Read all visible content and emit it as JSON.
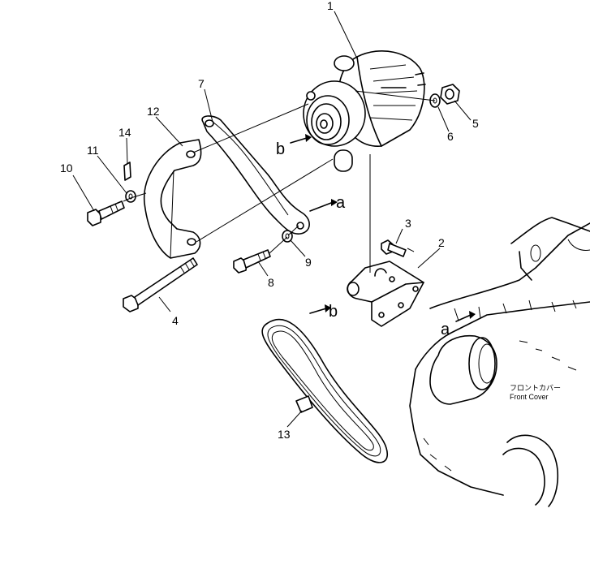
{
  "callouts": {
    "c1": "1",
    "c2": "2",
    "c3": "3",
    "c4": "4",
    "c5": "5",
    "c6": "6",
    "c7": "7",
    "c8": "8",
    "c9": "9",
    "c10": "10",
    "c11": "11",
    "c12": "12",
    "c13": "13",
    "c14": "14"
  },
  "view_markers": {
    "a_upper": "a",
    "b_upper": "b",
    "b_lower": "b",
    "a_lower": "a"
  },
  "front_cover_label": {
    "japanese": "フロントカバー",
    "english": "Front Cover"
  }
}
